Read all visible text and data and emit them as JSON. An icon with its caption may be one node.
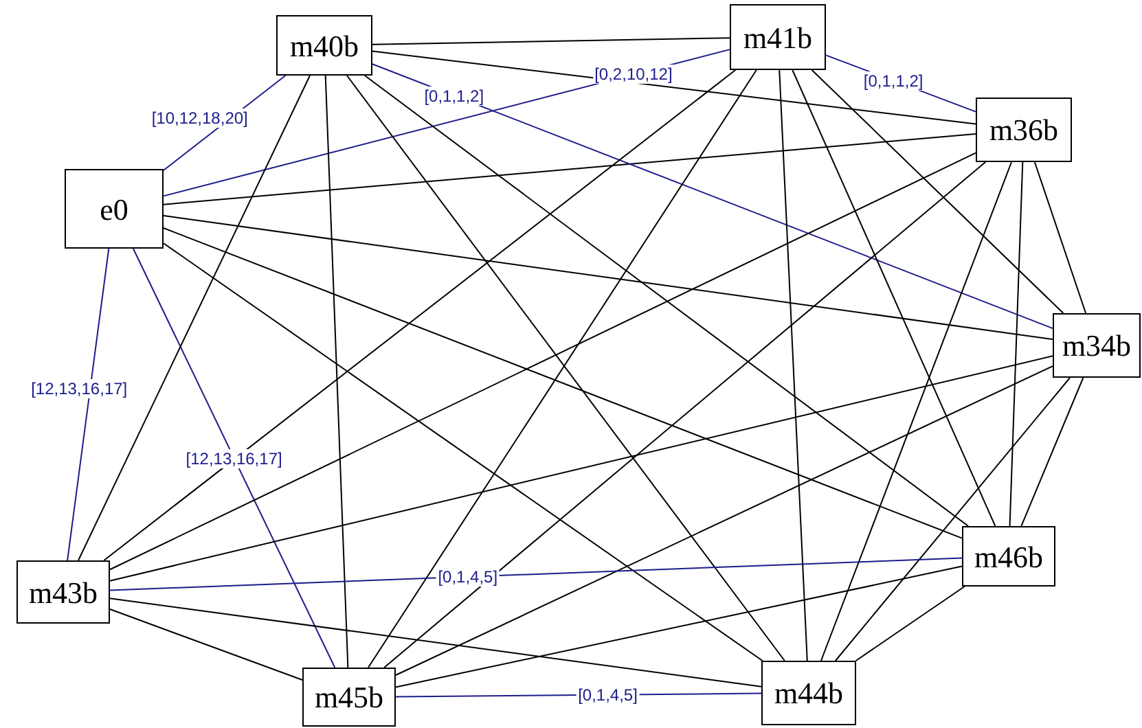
{
  "diagram": {
    "nodes": [
      {
        "text": [
          "e0"
        ]
      },
      {
        "text": [
          "m40b"
        ]
      },
      {
        "text": [
          "m41b"
        ]
      },
      {
        "text": [
          "m36b"
        ]
      },
      {
        "text": [
          "m34b"
        ]
      },
      {
        "text": [
          "m46b"
        ]
      },
      {
        "text": [
          "m43b"
        ]
      },
      {
        "text": [
          "m45b"
        ]
      },
      {
        "text": [
          "m44b"
        ]
      }
    ],
    "edges": [
      {
        "from": 0,
        "to": 1,
        "arrow": "none",
        "label": "[10,12,18,20]",
        "color": "#1c1c8c"
      },
      {
        "from": 0,
        "to": 2,
        "arrow": "none",
        "label": "[0,2,10,12]",
        "color": "#1c1c8c"
      },
      {
        "from": 0,
        "to": 3,
        "arrow": "none"
      },
      {
        "from": 0,
        "to": 4,
        "arrow": "none"
      },
      {
        "from": 0,
        "to": 5,
        "arrow": "none"
      },
      {
        "from": 0,
        "to": 6,
        "arrow": "none",
        "label": "[12,13,16,17]",
        "color": "#1c1c8c"
      },
      {
        "from": 0,
        "to": 7,
        "arrow": "none",
        "label": "[12,13,16,17]",
        "color": "#1c1c8c"
      },
      {
        "from": 0,
        "to": 8,
        "arrow": "none"
      },
      {
        "from": 1,
        "to": 2,
        "arrow": "none"
      },
      {
        "from": 1,
        "to": 3,
        "arrow": "none"
      },
      {
        "from": 1,
        "to": 4,
        "arrow": "none",
        "label": "[0,1,1,2]",
        "color": "#1c1c8c"
      },
      {
        "from": 1,
        "to": 5,
        "arrow": "none"
      },
      {
        "from": 1,
        "to": 6,
        "arrow": "none"
      },
      {
        "from": 1,
        "to": 7,
        "arrow": "none"
      },
      {
        "from": 1,
        "to": 8,
        "arrow": "none"
      },
      {
        "from": 2,
        "to": 3,
        "arrow": "none",
        "label": "[0,1,1,2]",
        "color": "#1c1c8c"
      },
      {
        "from": 2,
        "to": 4,
        "arrow": "none"
      },
      {
        "from": 2,
        "to": 5,
        "arrow": "none"
      },
      {
        "from": 2,
        "to": 6,
        "arrow": "none"
      },
      {
        "from": 2,
        "to": 7,
        "arrow": "none"
      },
      {
        "from": 2,
        "to": 8,
        "arrow": "none"
      },
      {
        "from": 3,
        "to": 4,
        "arrow": "none"
      },
      {
        "from": 3,
        "to": 5,
        "arrow": "none"
      },
      {
        "from": 3,
        "to": 6,
        "arrow": "none"
      },
      {
        "from": 3,
        "to": 7,
        "arrow": "none"
      },
      {
        "from": 3,
        "to": 8,
        "arrow": "none"
      },
      {
        "from": 4,
        "to": 5,
        "arrow": "none"
      },
      {
        "from": 4,
        "to": 6,
        "arrow": "none"
      },
      {
        "from": 4,
        "to": 7,
        "arrow": "none"
      },
      {
        "from": 4,
        "to": 8,
        "arrow": "none"
      },
      {
        "from": 6,
        "to": 5,
        "arrow": "none",
        "label": "[0,1,4,5]",
        "color": "#1c1c8c"
      },
      {
        "from": 5,
        "to": 7,
        "arrow": "none"
      },
      {
        "from": 5,
        "to": 8,
        "arrow": "none"
      },
      {
        "from": 6,
        "to": 7,
        "arrow": "none"
      },
      {
        "from": 6,
        "to": 8,
        "arrow": "none"
      },
      {
        "from": 7,
        "to": 8,
        "arrow": "none",
        "label": "[0,1,4,5]",
        "color": "#1c1c8c"
      }
    ]
  }
}
